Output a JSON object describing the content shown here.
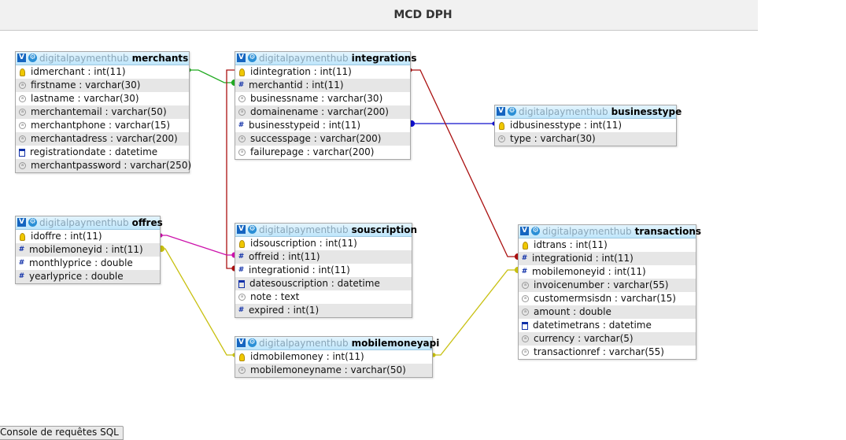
{
  "header": {
    "title": "MCD DPH"
  },
  "console_tab": "Console de requêtes SQL",
  "colors": {
    "merchants_integrations": "#22aa22",
    "integrations_businesstype": "#1010cc",
    "integrations_links": "#aa1010",
    "offres_souscription": "#cc10aa",
    "mobilemoney_links": "#c8c010"
  },
  "tables": [
    {
      "db": "digitalpaymenthub",
      "name": "merchants",
      "fields": [
        {
          "label": "idmerchant : int(11)",
          "icon": "key"
        },
        {
          "label": "firstname : varchar(30)",
          "icon": "txt"
        },
        {
          "label": "lastname : varchar(30)",
          "icon": "txt"
        },
        {
          "label": "merchantemail : varchar(50)",
          "icon": "txt"
        },
        {
          "label": "merchantphone : varchar(15)",
          "icon": "txt"
        },
        {
          "label": "merchantadress : varchar(200)",
          "icon": "txt"
        },
        {
          "label": "registrationdate : datetime",
          "icon": "date"
        },
        {
          "label": "merchantpassword : varchar(250)",
          "icon": "txt"
        }
      ]
    },
    {
      "db": "digitalpaymenthub",
      "name": "integrations",
      "fields": [
        {
          "label": "idintegration : int(11)",
          "icon": "key"
        },
        {
          "label": "merchantid : int(11)",
          "icon": "num"
        },
        {
          "label": "businessname : varchar(30)",
          "icon": "txt"
        },
        {
          "label": "domainename : varchar(200)",
          "icon": "txt"
        },
        {
          "label": "businesstypeid : int(11)",
          "icon": "num"
        },
        {
          "label": "successpage : varchar(200)",
          "icon": "txt"
        },
        {
          "label": "failurepage : varchar(200)",
          "icon": "txt"
        }
      ]
    },
    {
      "db": "digitalpaymenthub",
      "name": "businesstype",
      "fields": [
        {
          "label": "idbusinesstype : int(11)",
          "icon": "key"
        },
        {
          "label": "type : varchar(30)",
          "icon": "txt"
        }
      ]
    },
    {
      "db": "digitalpaymenthub",
      "name": "offres",
      "fields": [
        {
          "label": "idoffre : int(11)",
          "icon": "key"
        },
        {
          "label": "mobilemoneyid : int(11)",
          "icon": "num"
        },
        {
          "label": "monthlyprice : double",
          "icon": "num"
        },
        {
          "label": "yearlyprice : double",
          "icon": "num"
        }
      ]
    },
    {
      "db": "digitalpaymenthub",
      "name": "souscription",
      "fields": [
        {
          "label": "idsouscription : int(11)",
          "icon": "key"
        },
        {
          "label": "offreid : int(11)",
          "icon": "num"
        },
        {
          "label": "integrationid : int(11)",
          "icon": "num"
        },
        {
          "label": "datesouscription : datetime",
          "icon": "date"
        },
        {
          "label": "note : text",
          "icon": "txt"
        },
        {
          "label": "expired : int(1)",
          "icon": "num"
        }
      ]
    },
    {
      "db": "digitalpaymenthub",
      "name": "transactions",
      "fields": [
        {
          "label": "idtrans : int(11)",
          "icon": "key"
        },
        {
          "label": "integrationid : int(11)",
          "icon": "num"
        },
        {
          "label": "mobilemoneyid : int(11)",
          "icon": "num"
        },
        {
          "label": "invoicenumber : varchar(55)",
          "icon": "txt"
        },
        {
          "label": "customermsisdn : varchar(15)",
          "icon": "txt"
        },
        {
          "label": "amount : double",
          "icon": "txt"
        },
        {
          "label": "datetimetrans : datetime",
          "icon": "date"
        },
        {
          "label": "currency : varchar(5)",
          "icon": "txt"
        },
        {
          "label": "transactionref : varchar(55)",
          "icon": "txt"
        }
      ]
    },
    {
      "db": "digitalpaymenthub",
      "name": "mobilemoneyapi",
      "fields": [
        {
          "label": "idmobilemoney : int(11)",
          "icon": "key"
        },
        {
          "label": "mobilemoneyname : varchar(50)",
          "icon": "txt"
        }
      ]
    }
  ]
}
